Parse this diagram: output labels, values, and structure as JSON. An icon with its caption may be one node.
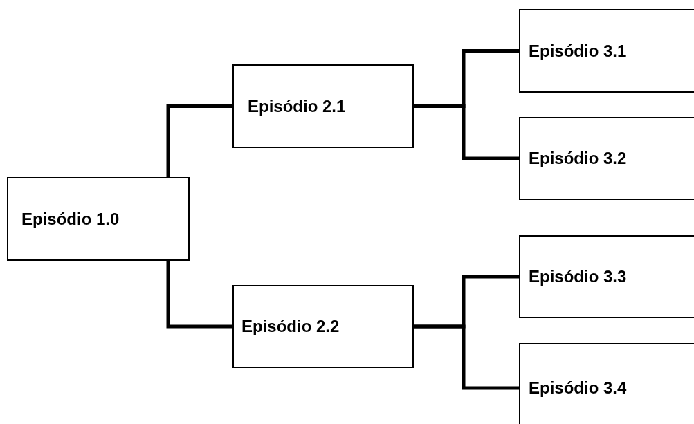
{
  "diagram": {
    "nodes": [
      {
        "text": [
          "Episódio 1.0"
        ]
      },
      {
        "text": [
          "Episódio 2.1"
        ]
      },
      {
        "text": [
          "Episódio 2.2"
        ]
      },
      {
        "text": [
          "Episódio 3.1"
        ]
      },
      {
        "text": [
          "Episódio 3.2"
        ]
      },
      {
        "text": [
          "Episódio 3.3"
        ]
      },
      {
        "text": [
          "Episódio 3.4"
        ]
      }
    ],
    "edges": [
      {
        "from": 0,
        "to": 1,
        "arrow": "none"
      },
      {
        "from": 0,
        "to": 2,
        "arrow": "none"
      },
      {
        "from": 1,
        "to": 3,
        "arrow": "none"
      },
      {
        "from": 1,
        "to": 4,
        "arrow": "none"
      },
      {
        "from": 2,
        "to": 5,
        "arrow": "none"
      },
      {
        "from": 2,
        "to": 6,
        "arrow": "none"
      }
    ]
  }
}
